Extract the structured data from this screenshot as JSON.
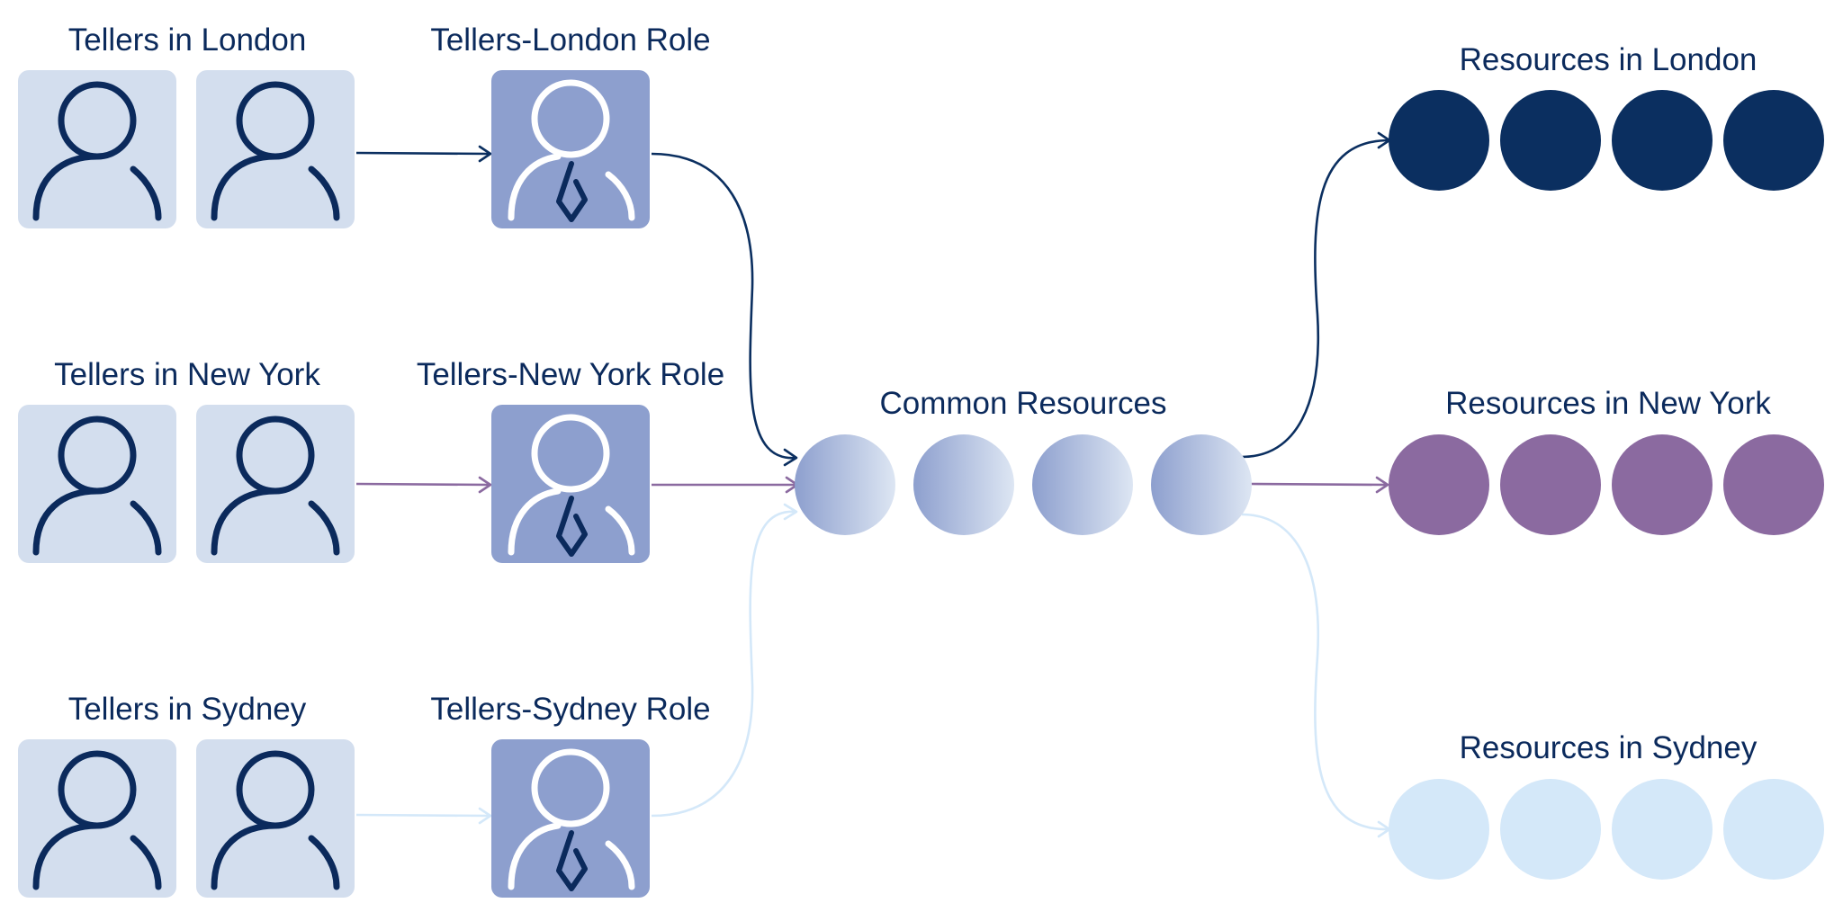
{
  "colors": {
    "london": "#0b2f60",
    "new_york": "#8b6aa0",
    "sydney": "#d4e8f9",
    "common_gradient": [
      "#8d9fce",
      "#dde6f3"
    ],
    "user_tile": "#d3deee",
    "role_tile": "#8d9fce",
    "text": "#0b2a5c"
  },
  "icons": {
    "user": "user-outline-icon",
    "role": "user-with-tie-icon",
    "resource": "filled-circle"
  },
  "groups": [
    {
      "id": "london",
      "tellers_label": "Tellers in London",
      "role_label": "Tellers-London Role",
      "resources_label": "Resources in London"
    },
    {
      "id": "new_york",
      "tellers_label": "Tellers in New York",
      "role_label": "Tellers-New York Role",
      "resources_label": "Resources in New York"
    },
    {
      "id": "sydney",
      "tellers_label": "Tellers in Sydney",
      "role_label": "Tellers-Sydney Role",
      "resources_label": "Resources in Sydney"
    }
  ],
  "common": {
    "label": "Common Resources"
  },
  "flows": [
    {
      "from": "Tellers in London",
      "to": "Tellers-London Role",
      "color": "london"
    },
    {
      "from": "Tellers in New York",
      "to": "Tellers-New York Role",
      "color": "new_york"
    },
    {
      "from": "Tellers in Sydney",
      "to": "Tellers-Sydney Role",
      "color": "sydney"
    },
    {
      "from": "Tellers-London Role",
      "to": "Common Resources",
      "color": "london"
    },
    {
      "from": "Tellers-New York Role",
      "to": "Common Resources",
      "color": "new_york"
    },
    {
      "from": "Tellers-Sydney Role",
      "to": "Common Resources",
      "color": "sydney"
    },
    {
      "from": "Common Resources",
      "to": "Resources in London",
      "color": "london"
    },
    {
      "from": "Common Resources",
      "to": "Resources in New York",
      "color": "new_york"
    },
    {
      "from": "Common Resources",
      "to": "Resources in Sydney",
      "color": "sydney"
    }
  ]
}
